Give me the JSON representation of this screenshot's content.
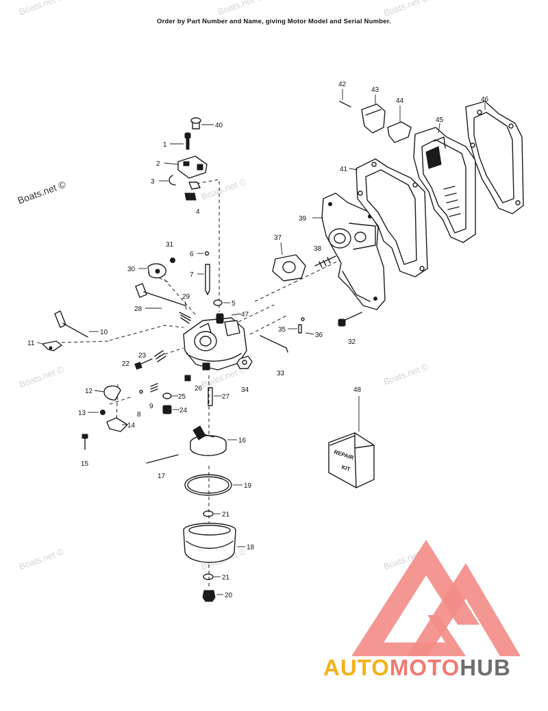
{
  "header": {
    "order_note": "Order by Part Number and Name, giving Motor Model and Serial Number."
  },
  "watermark": {
    "text": "Boats.net ©"
  },
  "kit": {
    "line1": "REPAIR",
    "line2": "KIT"
  },
  "brand": {
    "part1": "AUTO",
    "part2": "MOTO",
    "part3": "HUB",
    "colors": {
      "auto": "#f5b11a",
      "moto": "#f07a73",
      "hub": "#6e6e6e",
      "logo": "#f38c86"
    }
  },
  "callouts": {
    "c1": "1",
    "c2": "2",
    "c3": "3",
    "c4": "4",
    "c5": "5",
    "c6": "6",
    "c7": "7",
    "c8": "8",
    "c9": "9",
    "c10": "10",
    "c11": "11",
    "c12": "12",
    "c13": "13",
    "c14": "14",
    "c15": "15",
    "c16": "16",
    "c17": "17",
    "c18": "18",
    "c19": "19",
    "c20": "20",
    "c21a": "21",
    "c21b": "21",
    "c22": "22",
    "c23": "23",
    "c24": "24",
    "c25": "25",
    "c26": "26",
    "c27": "27",
    "c28": "28",
    "c29": "29",
    "c30": "30",
    "c31": "31",
    "c32": "32",
    "c33": "33",
    "c34": "34",
    "c35": "35",
    "c36": "36",
    "c37": "37",
    "c38": "38",
    "c39": "39",
    "c40": "40",
    "c41": "41",
    "c42": "42",
    "c43": "43",
    "c44": "44",
    "c45": "45",
    "c46": "46",
    "c47": "47",
    "c48": "48"
  }
}
